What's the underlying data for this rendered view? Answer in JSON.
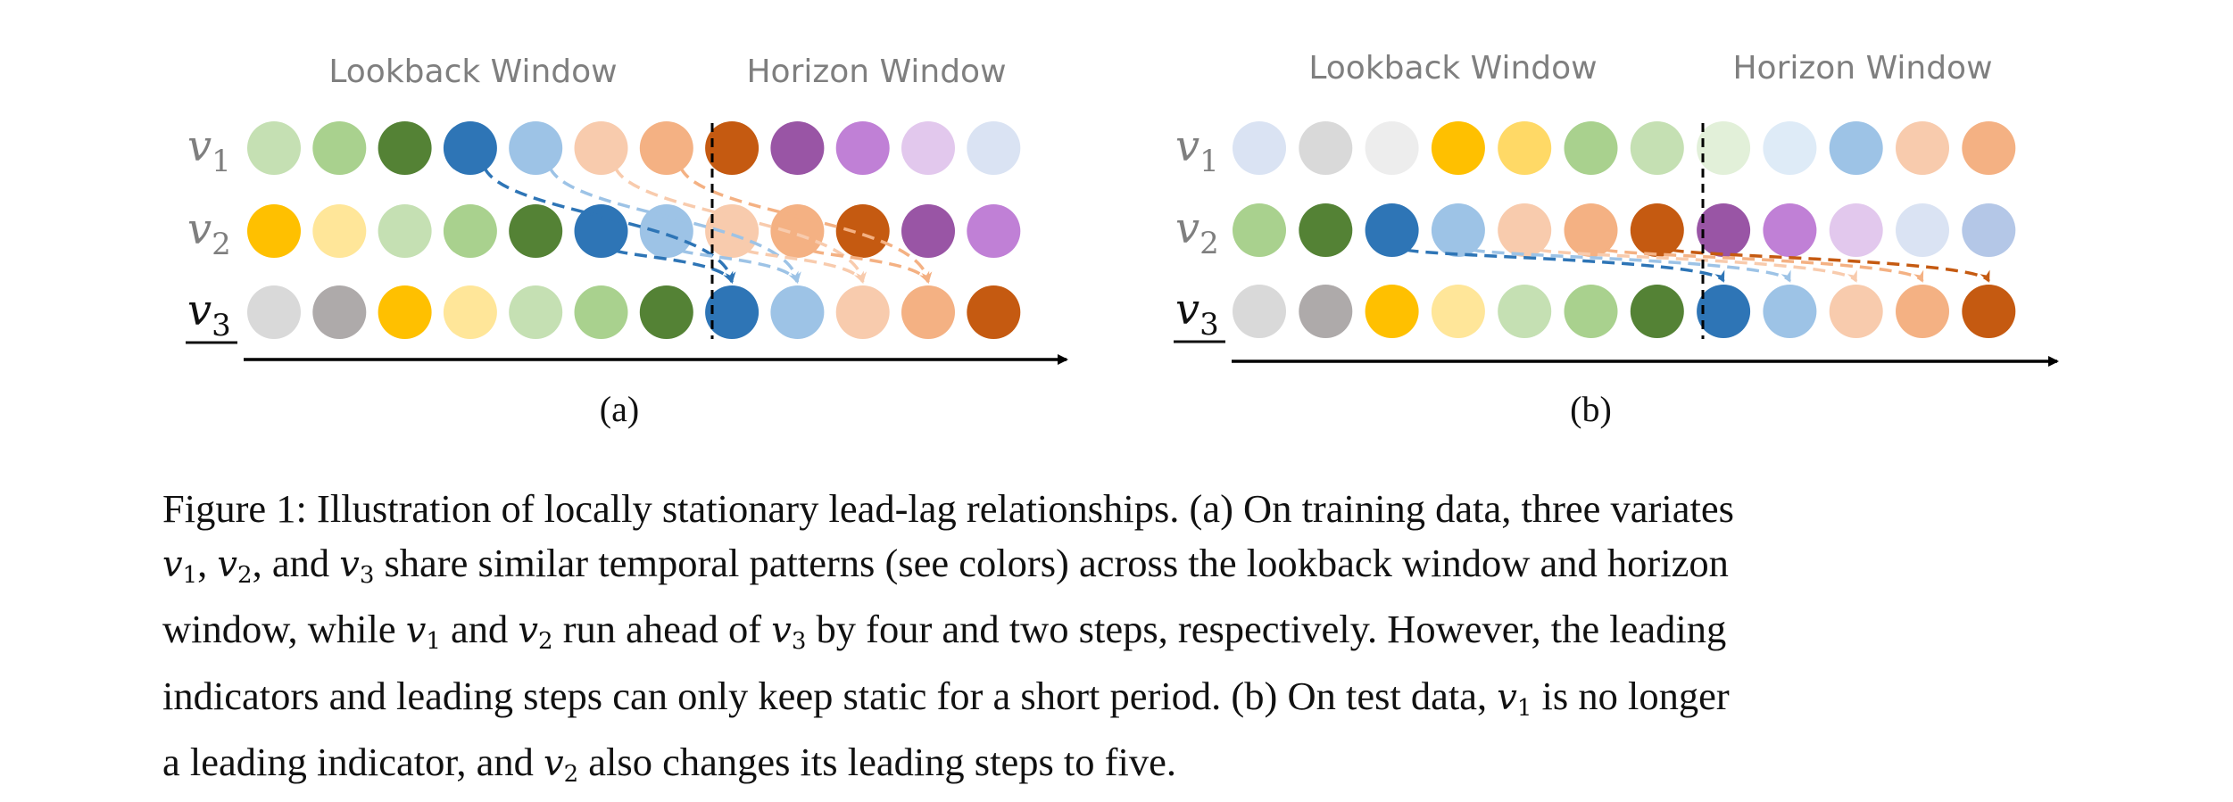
{
  "panels": [
    {
      "id": "a",
      "label": "(a)",
      "lookback_label": "Lookback Window",
      "horizon_label": "Horizon Window",
      "rows": [
        {
          "name": "v",
          "sub": "1",
          "underlined": false,
          "colors": [
            "#c5e0b3",
            "#a9d18e",
            "#548235",
            "#2e75b6",
            "#9dc3e6",
            "#f8cbad",
            "#f4b183",
            "#c55a11",
            "#9955a5",
            "#c080d6",
            "#e2c8ed",
            "#dae3f3"
          ]
        },
        {
          "name": "v",
          "sub": "2",
          "underlined": false,
          "colors": [
            "#ffc000",
            "#ffe699",
            "#c5e0b3",
            "#a9d18e",
            "#548235",
            "#2e75b6",
            "#9dc3e6",
            "#f8cbad",
            "#f4b183",
            "#c55a11",
            "#9955a5",
            "#c080d6"
          ]
        },
        {
          "name": "v",
          "sub": "3",
          "underlined": true,
          "colors": [
            "#d9d9d9",
            "#aeaaaa",
            "#ffc000",
            "#ffe699",
            "#c5e0b3",
            "#a9d18e",
            "#548235",
            "#2e75b6",
            "#9dc3e6",
            "#f8cbad",
            "#f4b183",
            "#c55a11"
          ]
        }
      ],
      "lead_arrows": [
        {
          "from_row": 0,
          "from_col": 3,
          "to_col": 7,
          "color": "#2e75b6"
        },
        {
          "from_row": 0,
          "from_col": 4,
          "to_col": 8,
          "color": "#9dc3e6"
        },
        {
          "from_row": 0,
          "from_col": 5,
          "to_col": 9,
          "color": "#f8cbad"
        },
        {
          "from_row": 0,
          "from_col": 6,
          "to_col": 10,
          "color": "#f4b183"
        },
        {
          "from_row": 1,
          "from_col": 5,
          "to_col": 7,
          "color": "#2e75b6"
        },
        {
          "from_row": 1,
          "from_col": 6,
          "to_col": 8,
          "color": "#9dc3e6"
        },
        {
          "from_row": 1,
          "from_col": 7,
          "to_col": 9,
          "color": "#f8cbad"
        },
        {
          "from_row": 1,
          "from_col": 8,
          "to_col": 10,
          "color": "#f4b183"
        }
      ]
    },
    {
      "id": "b",
      "label": "(b)",
      "lookback_label": "Lookback Window",
      "horizon_label": "Horizon Window",
      "rows": [
        {
          "name": "v",
          "sub": "1",
          "underlined": false,
          "colors": [
            "#dae3f3",
            "#d9d9d9",
            "#ededed",
            "#ffc000",
            "#ffd966",
            "#a9d18e",
            "#c5e0b3",
            "#e2f0d9",
            "#deebf7",
            "#9dc3e6",
            "#f8cbad",
            "#f4b183"
          ]
        },
        {
          "name": "v",
          "sub": "2",
          "underlined": false,
          "colors": [
            "#a9d18e",
            "#548235",
            "#2e75b6",
            "#9dc3e6",
            "#f8cbad",
            "#f4b183",
            "#c55a11",
            "#9955a5",
            "#c080d6",
            "#e2c8ed",
            "#dae3f3",
            "#b4c7e7"
          ]
        },
        {
          "name": "v",
          "sub": "3",
          "underlined": true,
          "colors": [
            "#d9d9d9",
            "#aeaaaa",
            "#ffc000",
            "#ffe699",
            "#c5e0b3",
            "#a9d18e",
            "#548235",
            "#2e75b6",
            "#9dc3e6",
            "#f8cbad",
            "#f4b183",
            "#c55a11"
          ]
        }
      ],
      "lead_arrows": [
        {
          "from_row": 1,
          "from_col": 2,
          "to_col": 7,
          "color": "#2e75b6"
        },
        {
          "from_row": 1,
          "from_col": 3,
          "to_col": 8,
          "color": "#9dc3e6"
        },
        {
          "from_row": 1,
          "from_col": 4,
          "to_col": 9,
          "color": "#f8cbad"
        },
        {
          "from_row": 1,
          "from_col": 5,
          "to_col": 10,
          "color": "#f4b183"
        },
        {
          "from_row": 1,
          "from_col": 6,
          "to_col": 11,
          "color": "#c55a11"
        }
      ]
    }
  ],
  "caption": {
    "lines": [
      [
        {
          "t": "Figure 1: Illustration of locally stationary lead-lag relationships. (a) On training data, three variates"
        }
      ],
      [
        {
          "m": "v",
          "s": "1"
        },
        {
          "t": ", "
        },
        {
          "m": "v",
          "s": "2"
        },
        {
          "t": ", and "
        },
        {
          "m": "v",
          "s": "3"
        },
        {
          "t": " share similar temporal patterns (see colors) across the lookback window and horizon"
        }
      ],
      [
        {
          "t": "window, while "
        },
        {
          "m": "v",
          "s": "1"
        },
        {
          "t": " and "
        },
        {
          "m": "v",
          "s": "2"
        },
        {
          "t": " run ahead of "
        },
        {
          "m": "v",
          "s": "3"
        },
        {
          "t": " by four and two steps, respectively. However, the leading"
        }
      ],
      [
        {
          "t": "indicators and leading steps can only keep static for a short period. (b) On test data, "
        },
        {
          "m": "v",
          "s": "1"
        },
        {
          "t": " is no longer"
        }
      ],
      [
        {
          "t": "a leading indicator, and "
        },
        {
          "m": "v",
          "s": "2"
        },
        {
          "t": " also changes its leading steps to five."
        }
      ]
    ]
  }
}
